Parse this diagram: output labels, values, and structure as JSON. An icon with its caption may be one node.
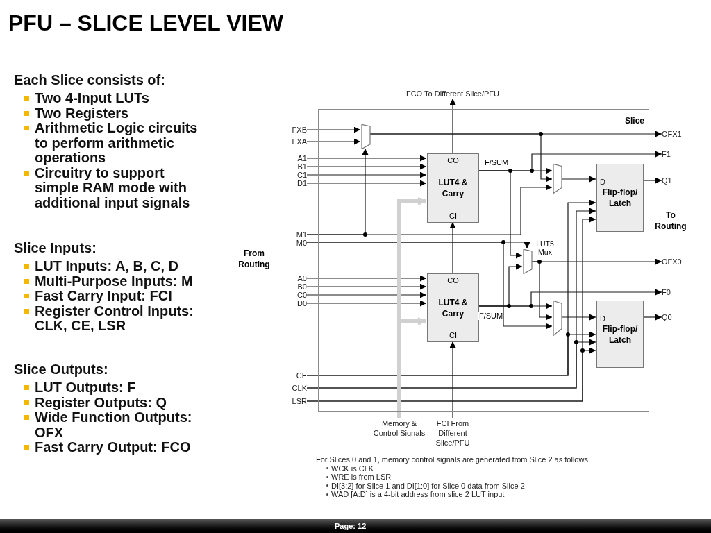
{
  "diagram": {
    "title": "PFU – SLICE LEVEL VIEW",
    "nodes": [
      {
        "text": [
          "Slice"
        ]
      },
      {
        "text": [
          "FCO To Different Slice/PFU"
        ]
      },
      {
        "text": [
          "FXB"
        ]
      },
      {
        "text": [
          "FXA"
        ]
      },
      {
        "text": [
          "A1"
        ]
      },
      {
        "text": [
          "B1"
        ]
      },
      {
        "text": [
          "C1"
        ]
      },
      {
        "text": [
          "D1"
        ]
      },
      {
        "text": [
          "M1"
        ]
      },
      {
        "text": [
          "M0"
        ]
      },
      {
        "text": [
          "A0"
        ]
      },
      {
        "text": [
          "B0"
        ]
      },
      {
        "text": [
          "C0"
        ]
      },
      {
        "text": [
          "D0"
        ]
      },
      {
        "text": [
          "CE"
        ]
      },
      {
        "text": [
          "CLK"
        ]
      },
      {
        "text": [
          "LSR"
        ]
      },
      {
        "text": [],
        "shape": "trapezoid",
        "in": 0
      },
      {
        "text": [
          "CO",
          "LUT4 & Carry",
          "CI"
        ],
        "in": 0
      },
      {
        "text": [
          "CO",
          "LUT4 & Carry",
          "CI"
        ],
        "in": 0
      },
      {
        "text": [],
        "shape": "trapezoid",
        "in": 0
      },
      {
        "text": [],
        "shape": "trapezoid",
        "in": 0,
        "beside": [
          "LUT5 Mux"
        ]
      },
      {
        "text": [],
        "shape": "trapezoid",
        "in": 0
      },
      {
        "text": [
          "D",
          "Flip-flop/ Latch"
        ],
        "in": 0
      },
      {
        "text": [
          "D",
          "Flip-flop/ Latch"
        ],
        "in": 0
      },
      {
        "text": [
          "OFX1"
        ]
      },
      {
        "text": [
          "F1"
        ]
      },
      {
        "text": [
          "Q1"
        ]
      },
      {
        "text": [
          "OFX0"
        ]
      },
      {
        "text": [
          "F0"
        ]
      },
      {
        "text": [
          "Q0"
        ]
      },
      {
        "text": [
          "Memory & Control Signals"
        ]
      },
      {
        "text": [
          "FCI From Different Slice/PFU"
        ]
      }
    ],
    "edges": [
      {
        "from": 18,
        "to": 1,
        "arrow": "to"
      },
      {
        "from": 2,
        "to": 17,
        "arrow": "to"
      },
      {
        "from": 3,
        "to": 17,
        "arrow": "to"
      },
      {
        "from": 8,
        "to": 17,
        "arrow": "to"
      },
      {
        "from": 8,
        "to": 20,
        "arrow": "to"
      },
      {
        "from": 4,
        "to": 18,
        "arrow": "to"
      },
      {
        "from": 5,
        "to": 18,
        "arrow": "to"
      },
      {
        "from": 6,
        "to": 18,
        "arrow": "to"
      },
      {
        "from": 7,
        "to": 18,
        "arrow": "to"
      },
      {
        "from": 17,
        "to": 25,
        "arrow": "to"
      },
      {
        "from": 17,
        "to": 20,
        "arrow": "to"
      },
      {
        "from": 18,
        "to": 20,
        "arrow": "to",
        "label": "F/SUM"
      },
      {
        "from": 18,
        "to": 26,
        "arrow": "to"
      },
      {
        "from": 18,
        "to": 21,
        "arrow": "to"
      },
      {
        "from": 9,
        "to": 21,
        "arrow": "to"
      },
      {
        "from": 9,
        "to": 22,
        "arrow": "to"
      },
      {
        "from": 21,
        "to": 28,
        "arrow": "to"
      },
      {
        "from": 21,
        "to": 22,
        "arrow": "to"
      },
      {
        "from": 32,
        "to": 19,
        "arrow": "to"
      },
      {
        "from": 19,
        "to": 18,
        "arrow": "to"
      },
      {
        "from": 10,
        "to": 19,
        "arrow": "to"
      },
      {
        "from": 11,
        "to": 19,
        "arrow": "to"
      },
      {
        "from": 12,
        "to": 19,
        "arrow": "to"
      },
      {
        "from": 13,
        "to": 19,
        "arrow": "to"
      },
      {
        "from": 19,
        "to": 22,
        "arrow": "to",
        "label": "F/SUM"
      },
      {
        "from": 19,
        "to": 29,
        "arrow": "to"
      },
      {
        "from": 19,
        "to": 21,
        "arrow": "to"
      },
      {
        "from": 20,
        "to": 23,
        "arrow": "to"
      },
      {
        "from": 22,
        "to": 24,
        "arrow": "to"
      },
      {
        "from": 23,
        "to": 27,
        "arrow": "to"
      },
      {
        "from": 24,
        "to": 30,
        "arrow": "to"
      },
      {
        "from": 14,
        "to": 23,
        "arrow": "to"
      },
      {
        "from": 14,
        "to": 24,
        "arrow": "to"
      },
      {
        "from": 15,
        "to": 23,
        "arrow": "to"
      },
      {
        "from": 15,
        "to": 24,
        "arrow": "to"
      },
      {
        "from": 16,
        "to": 23,
        "arrow": "to"
      },
      {
        "from": 16,
        "to": 24,
        "arrow": "to"
      },
      {
        "from": 31,
        "to": 18,
        "arrow": "to",
        "style": "thick",
        "color": "#d0d0d0"
      },
      {
        "from": 31,
        "to": 19,
        "arrow": "to",
        "style": "thick",
        "color": "#d0d0d0"
      }
    ],
    "labels": [
      "Each Slice consists of:",
      "Two 4-Input LUTs",
      "Two Registers",
      "Arithmetic Logic circuits to perform arithmetic operations",
      "Circuitry to support simple RAM mode with additional input signals",
      "Slice Inputs:",
      "LUT Inputs:  A, B, C, D",
      "Multi-Purpose Inputs: M",
      "Fast Carry Input:  FCI",
      "Register Control Inputs: CLK, CE, LSR",
      "Slice Outputs:",
      "LUT Outputs:  F",
      "Register Outputs:  Q",
      "Wide Function Outputs: OFX",
      "Fast Carry Output:  FCO",
      "From Routing",
      "To Routing",
      "For Slices 0 and 1, memory control signals are generated from Slice 2 as follows:",
      "WCK is CLK",
      "WRE is from LSR",
      "DI[3:2] for Slice 1 and DI[1:0] for Slice 0 data from Slice 2",
      "WAD [A:D] is a 4-bit address from slice 2 LUT input",
      "Page: 12"
    ]
  }
}
